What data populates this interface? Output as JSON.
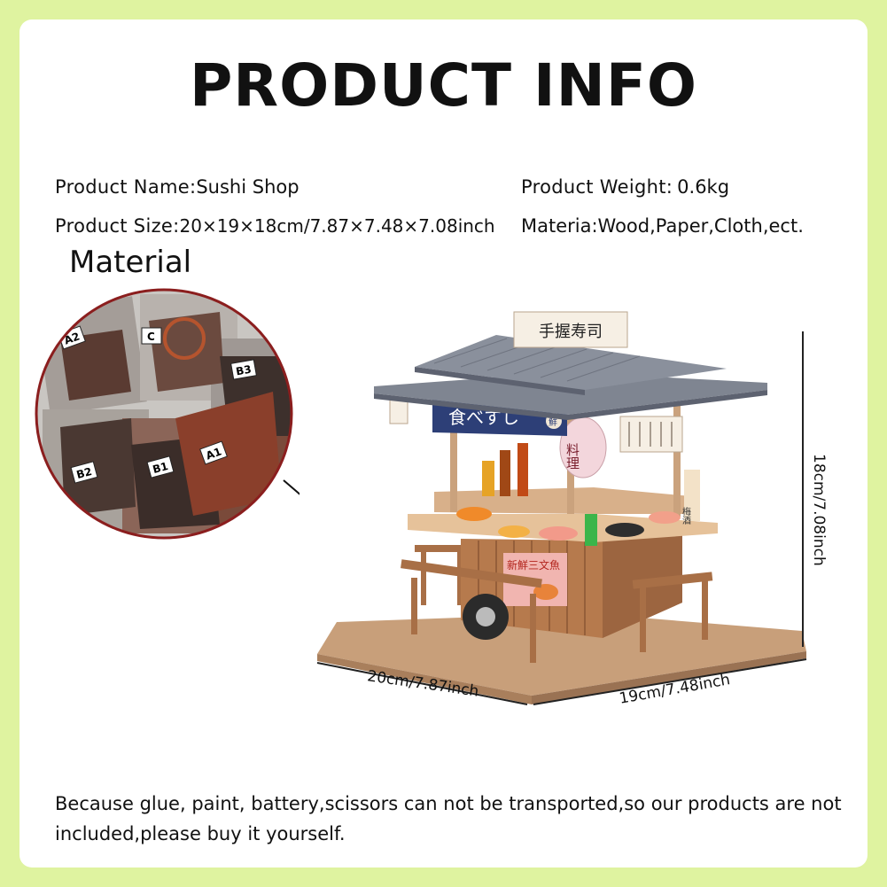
{
  "title": "PRODUCT INFO",
  "specs": {
    "name_label": "Product Name:",
    "name_value": "Sushi Shop",
    "weight_label": "Product Weight:",
    "weight_value": "0.6kg",
    "size_label": "Product Size:",
    "size_value": "20×19×18cm/7.87×7.48×7.08inch",
    "material_line": "Materia:Wood,Paper,Cloth,ect."
  },
  "material_label": "Material",
  "bag_tags": [
    "A2",
    "C",
    "B3",
    "B2",
    "B1",
    "A1"
  ],
  "dimensions": {
    "height": "18cm/7.08inch",
    "width": "20cm/7.87inch",
    "depth": "19cm/7.48inch"
  },
  "shop_signs": {
    "roof_sign": "手握寿司",
    "banner": "食べすし",
    "banner_mark": "鮮",
    "lantern": "料理",
    "counter_poster": "新鮮三文魚",
    "bottle": "梅酒"
  },
  "note": "Because glue, paint, battery,scissors can not be transported,so our products are not included,please buy it yourself.",
  "colors": {
    "background": "#dff3a0",
    "card": "#ffffff",
    "wood": "#c9966a",
    "roof": "#7f8591",
    "banner": "#2d3f77"
  }
}
